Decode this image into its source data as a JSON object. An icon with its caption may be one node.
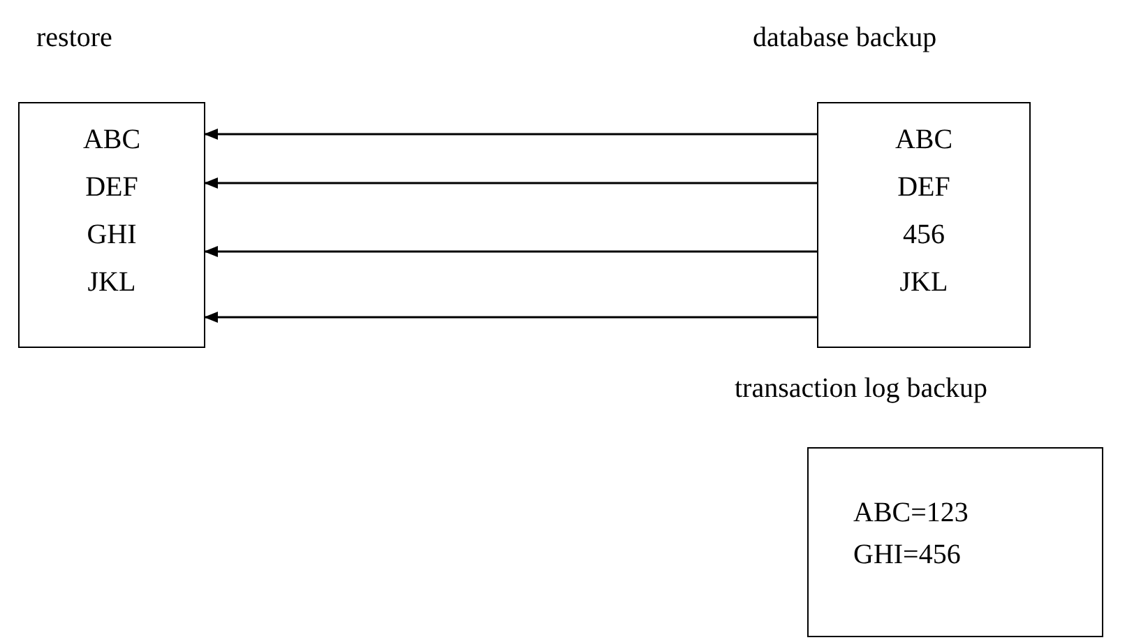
{
  "diagram": {
    "nodes": [
      {
        "text": [
          "restore",
          "ABC",
          "DEF",
          "GHI",
          "JKL"
        ]
      },
      {
        "text": [
          "database backup",
          "ABC",
          "DEF",
          "456",
          "JKL"
        ]
      },
      {
        "text": [
          "transaction log backup",
          "ABC=123",
          "GHI=456"
        ]
      }
    ],
    "edges": [
      {
        "from": 1,
        "to": 0,
        "arrow": "to"
      },
      {
        "from": 1,
        "to": 0,
        "arrow": "to"
      },
      {
        "from": 1,
        "to": 0,
        "arrow": "to"
      },
      {
        "from": 1,
        "to": 0,
        "arrow": "to"
      }
    ]
  }
}
